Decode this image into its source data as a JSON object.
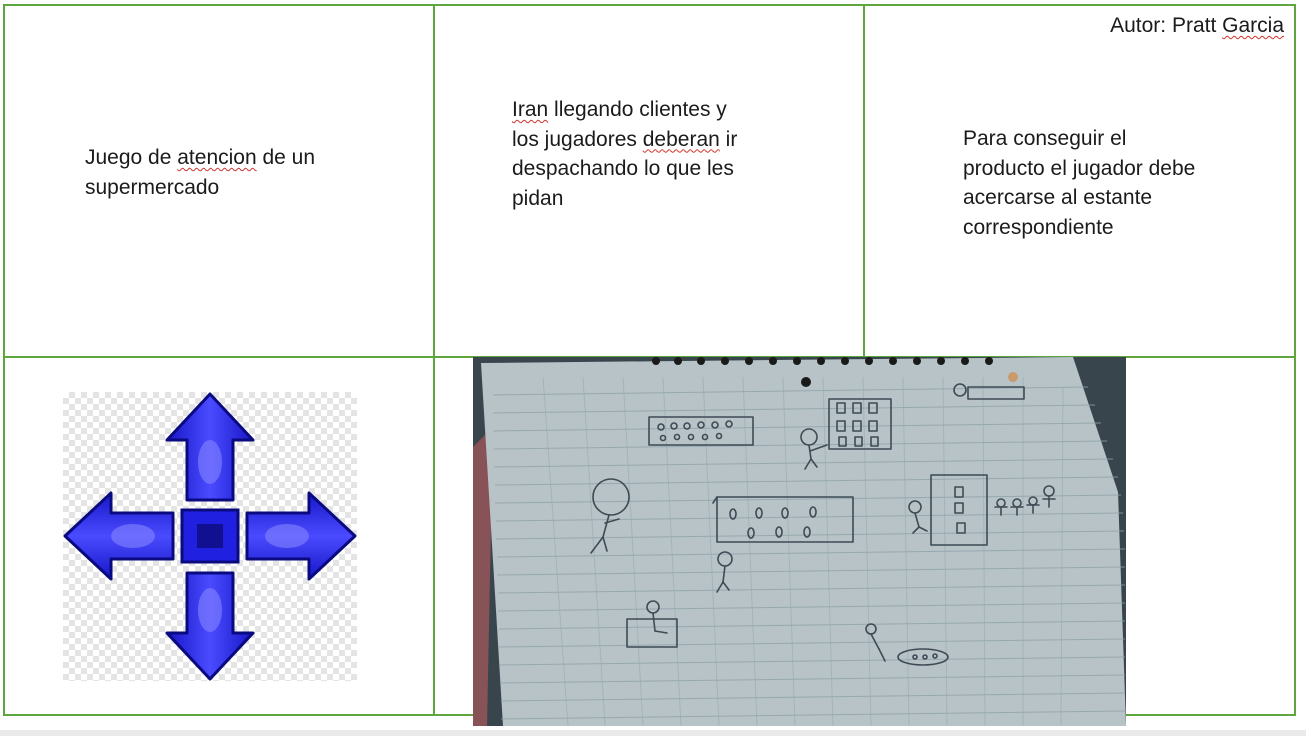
{
  "author": {
    "prefix": "Autor: Pratt ",
    "surname": "Garcia"
  },
  "cell_1": {
    "line1_before": "Juego de ",
    "line1_word": "atencion",
    "line1_after": " de un",
    "line2": "supermercado"
  },
  "cell_2": {
    "line1_word": "Iran",
    "line1_after": " llegando clientes y",
    "line2_before": "los jugadores ",
    "line2_word": "deberan",
    "line2_after": " ir",
    "line3": "despachando lo que les",
    "line4": "pidan"
  },
  "cell_3": {
    "line1": "Para conseguir el",
    "line2": "producto el jugador debe",
    "line3": "acercarse al estante",
    "line4": "correspondiente"
  },
  "colors": {
    "grid_border": "#5ea53d",
    "arrow_blue": "#2525f2",
    "spellcheck_underline": "#d0342c"
  },
  "images": {
    "arrows": "four-direction-arrows-icon",
    "sketch": "hand-drawn-supermarket-sketch-photo"
  }
}
